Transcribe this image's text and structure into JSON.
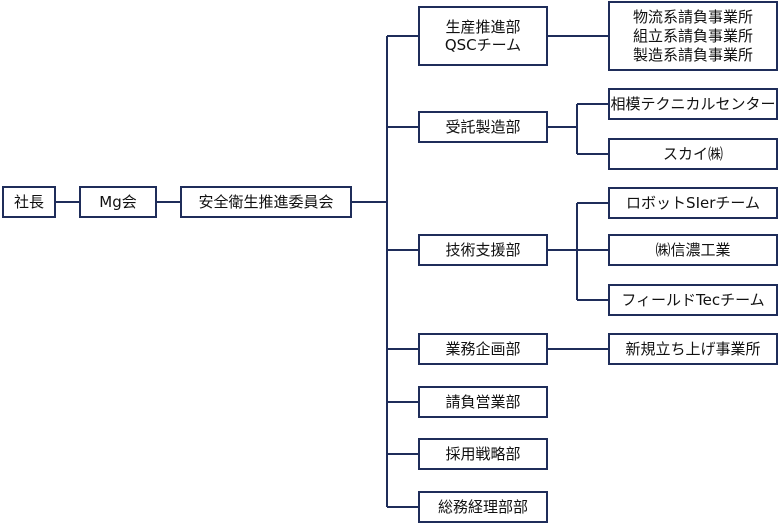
{
  "nodes": {
    "shacho": "社長",
    "mg": "Mg会",
    "committee": "安全衛生推進委員会",
    "seisan": "生産推進部\nQSCチーム",
    "jutaku": "受託製造部",
    "gijutsu": "技術支援部",
    "kikaku": "業務企画部",
    "ukeoi": "請負営業部",
    "saiyo": "採用戦略部",
    "somu": "総務経理部部",
    "jigyosho": "物流系請負事業所\n組立系請負事業所\n製造系請負事業所",
    "sagami": "相模テクニカルセンター",
    "skai": "スカイ㈱",
    "robot": "ロボットSIerチーム",
    "shinano": "㈱信濃工業",
    "field": "フィールドTecチーム",
    "shinki": "新規立ち上げ事業所"
  },
  "colors": {
    "line": "#1f2d5a",
    "box_border": "#1f2d5a",
    "text": "#111111"
  }
}
